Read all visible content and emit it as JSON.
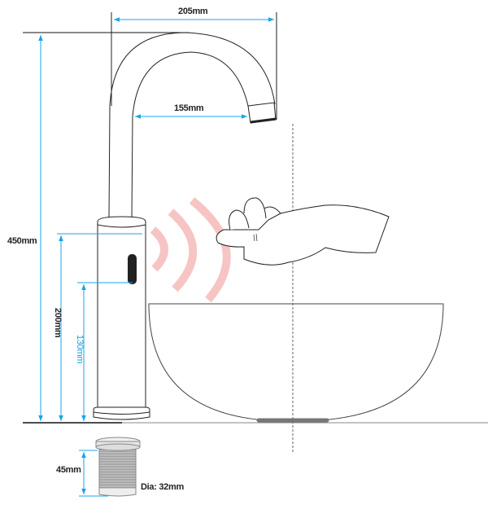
{
  "dimensions": {
    "spout_reach_outer": "205mm",
    "spout_reach_inner": "155mm",
    "total_height": "450mm",
    "body_height": "200mm",
    "sensor_height": "130mm",
    "drain_height": "45mm",
    "drain_diameter": "Dia: 32mm"
  },
  "colors": {
    "dimension_line": "#1aa3e8",
    "sensor_waves": "#f7c4c4",
    "outline": "#222222"
  }
}
